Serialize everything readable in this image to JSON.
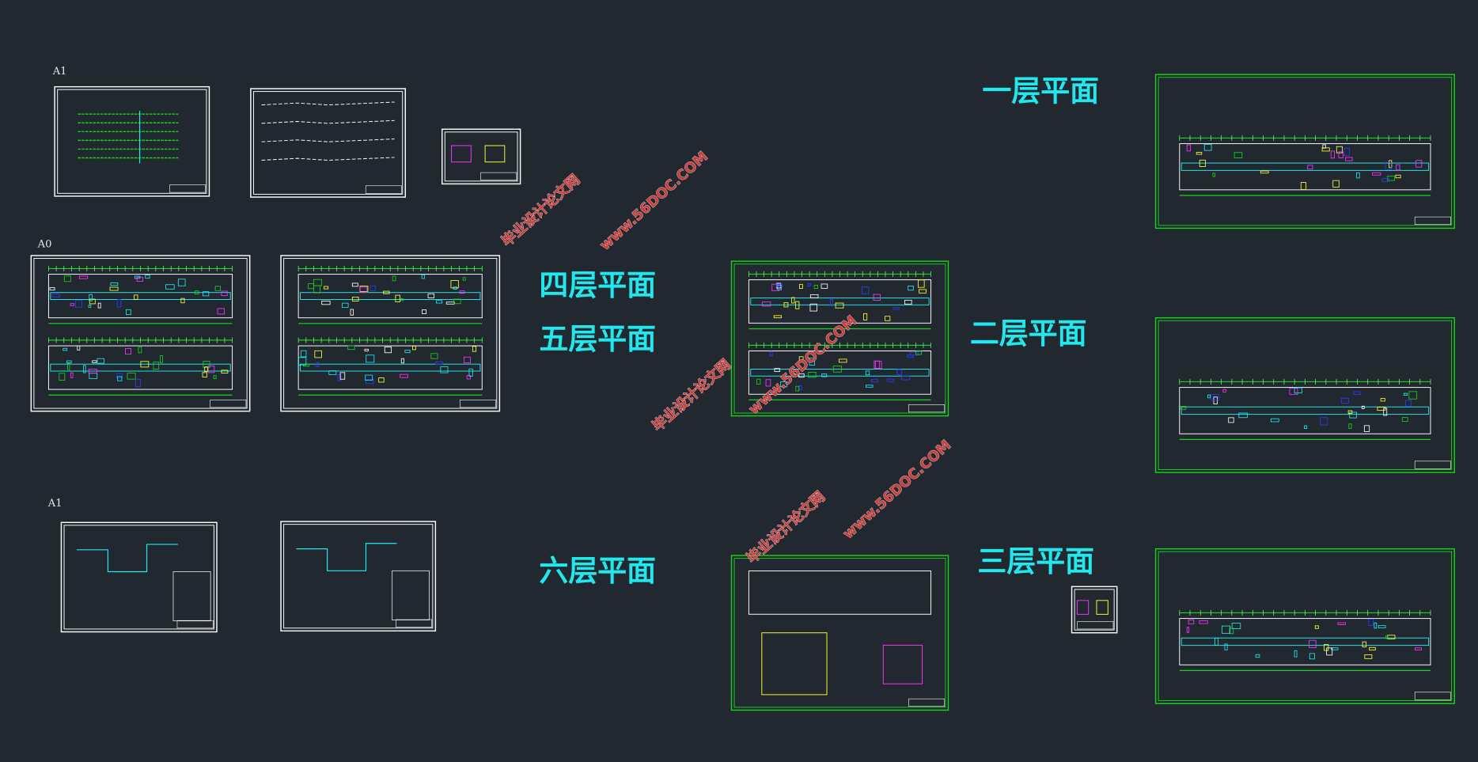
{
  "sheet_labels": {
    "top_a1": "A1",
    "a0": "A0",
    "bottom_a1": "A1"
  },
  "floor_titles": {
    "floor1": "一层平面",
    "floor2": "二层平面",
    "floor3": "三层平面",
    "floor4": "四层平面",
    "floor5": "五层平面",
    "floor6": "六层平面"
  },
  "watermark": {
    "site_name": "毕业设计论文网",
    "url": "www.56DOC.COM"
  },
  "colors": {
    "background": "#212830",
    "title": "#22e8ee",
    "frame_white": "#ffffff",
    "frame_green": "#19d219",
    "watermark": "#c94040"
  }
}
